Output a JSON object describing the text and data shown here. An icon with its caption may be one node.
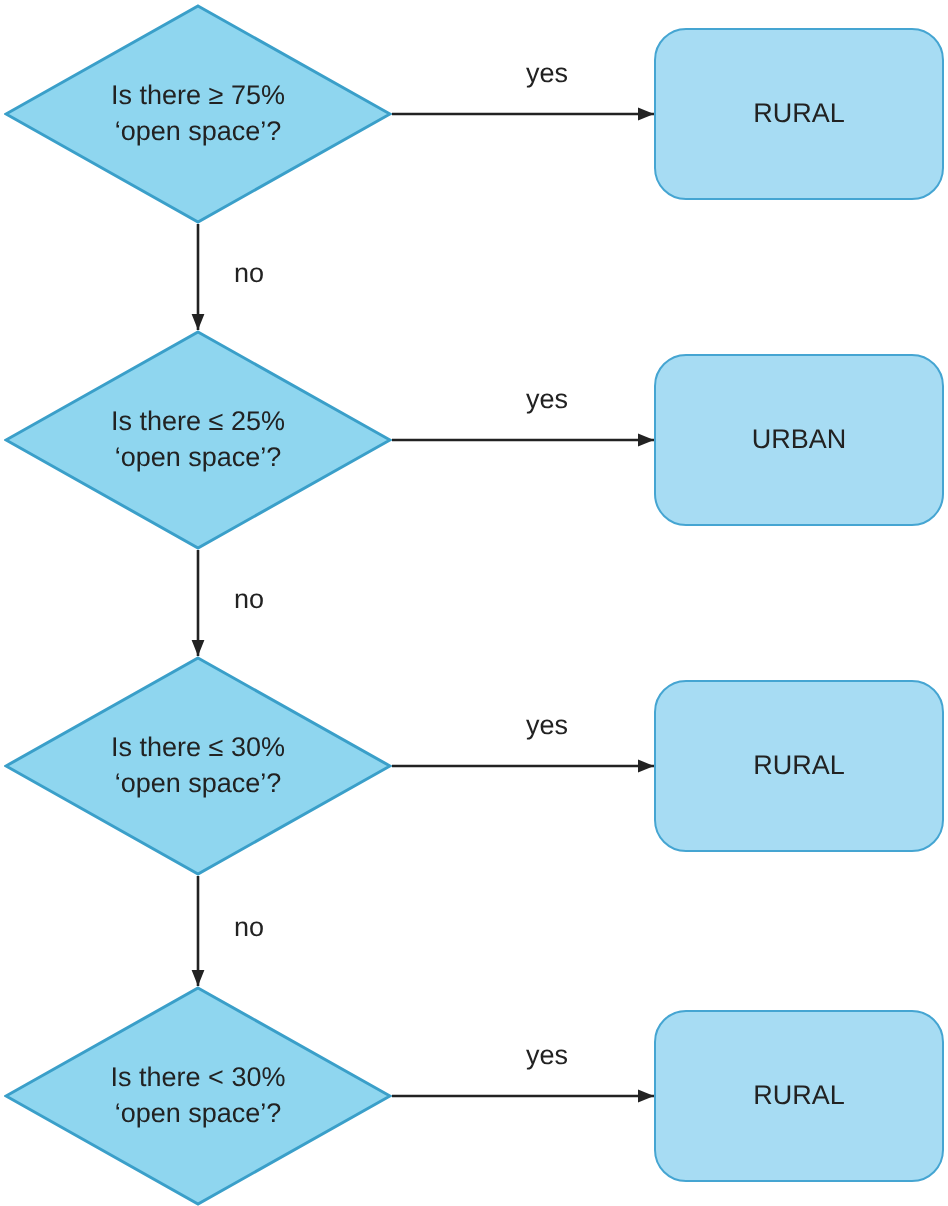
{
  "diagram": {
    "nodes": [
      {
        "text": [
          "Is there ≥ 75% ‘open space’?"
        ]
      },
      {
        "text": [
          "RURAL"
        ]
      },
      {
        "text": [
          "Is there ≤ 25% ‘open space’?"
        ]
      },
      {
        "text": [
          "URBAN"
        ]
      },
      {
        "text": [
          "Is there ≤ 30% ‘open space’?"
        ]
      },
      {
        "text": [
          "RURAL"
        ]
      },
      {
        "text": [
          "Is there < 30% ‘open space’?"
        ]
      },
      {
        "text": [
          "RURAL"
        ]
      }
    ],
    "edges": [
      {
        "from": 0,
        "to": 1,
        "arrow": "to",
        "label": "yes"
      },
      {
        "from": 0,
        "to": 2,
        "arrow": "to",
        "label": "no"
      },
      {
        "from": 2,
        "to": 3,
        "arrow": "to",
        "label": "yes"
      },
      {
        "from": 2,
        "to": 4,
        "arrow": "to",
        "label": "no"
      },
      {
        "from": 4,
        "to": 5,
        "arrow": "to",
        "label": "yes"
      },
      {
        "from": 4,
        "to": 6,
        "arrow": "to",
        "label": "no"
      },
      {
        "from": 6,
        "to": 7,
        "arrow": "to",
        "label": "yes"
      }
    ]
  }
}
